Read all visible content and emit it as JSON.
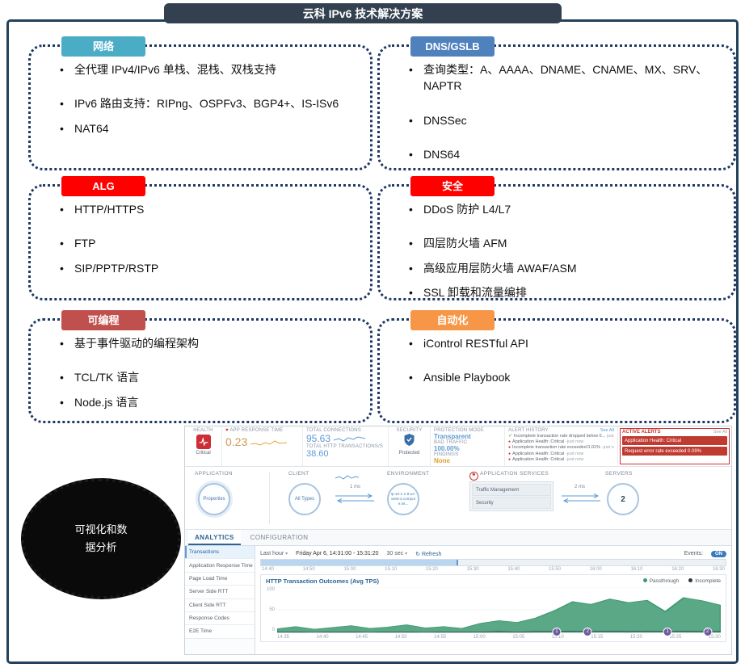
{
  "title": "云科 IPv6 技术解决方案",
  "visualization_label": "可视化和数据分析",
  "colors": {
    "critical_red": "#cc2d37",
    "alert_red": "#bf3a30",
    "security_blue": "#3a6ea8",
    "accent_blue": "#5b9bd5",
    "warning_orange": "#e0a030",
    "events_on": "#3a7bbf"
  },
  "boxes": [
    {
      "label": "网络",
      "color": "#4bacc6",
      "items": [
        "全代理 IPv4/IPv6 单栈、混栈、双栈支持",
        "IPv6 路由支持：RIPng、OSPFv3、BGP4+、IS-ISv6",
        "NAT64"
      ]
    },
    {
      "label": "DNS/GSLB",
      "color": "#4f81bd",
      "items": [
        "查询类型：A、AAAA、DNAME、CNAME、MX、SRV、NAPTR",
        "DNSSec",
        "DNS64"
      ]
    },
    {
      "label": "ALG",
      "color": "#ff0000",
      "items": [
        "HTTP/HTTPS",
        "FTP",
        "SIP/PPTP/RSTP"
      ]
    },
    {
      "label": "安全",
      "color": "#ff0000",
      "items": [
        "DDoS 防护 L4/L7",
        "四层防火墙 AFM",
        "高级应用层防火墙 AWAF/ASM",
        "SSL 卸载和流量编排"
      ]
    },
    {
      "label": "可编程",
      "color": "#c0504d",
      "items": [
        "基于事件驱动的编程架构",
        "TCL/TK 语言",
        "Node.js 语言"
      ]
    },
    {
      "label": "自动化",
      "color": "#f79646",
      "items": [
        "iControl RESTful API",
        "Ansible Playbook"
      ]
    }
  ],
  "dashboard": {
    "metrics": {
      "health_label": "HEALTH",
      "health_status": "Critical",
      "art_label": "APP RESPONSE TIME",
      "art_value": "0.23",
      "tc_label": "TOTAL CONNECTIONS",
      "tc_value": "95.63",
      "tht_label": "TOTAL HTTP TRANSACTIONS/S",
      "tht_value": "38.60",
      "security_label": "SECURITY",
      "security_status": "Protected",
      "pm_label": "PROTECTION MODE",
      "pm_value": "Transparent",
      "bt_label": "BAD TRAFFIC",
      "bt_value": "100.00%",
      "findings_label": "FINDINGS",
      "findings_value": "None"
    },
    "alert_history": {
      "title": "ALERT HISTORY",
      "see_all": "See All",
      "items": [
        {
          "text": "Incomplete transaction rate dropped below 0...",
          "time": "just now"
        },
        {
          "text": "Application Health: Critical",
          "time": "-just now"
        },
        {
          "text": "Incomplete transaction rate exceeded 0.01%",
          "time": "-just now"
        },
        {
          "text": "Application Health: Critical",
          "time": "-just now"
        },
        {
          "text": "Application Health: Critical",
          "time": "-just now"
        }
      ]
    },
    "active_alerts": {
      "title": "ACTIVE ALERTS",
      "see_all": "See All",
      "items": [
        "Application Health: Critical",
        "Request error rate exceeded 0.09%"
      ]
    },
    "topology": {
      "application_label": "APPLICATION",
      "application_node": "Properties",
      "client_label": "CLIENT",
      "client_node": "All Types",
      "client_latency": "1 ms",
      "environment_label": "ENVIRONMENT",
      "environment_node": "ip-10-1-1-8-us-west-2.compute.int...",
      "services_label": "APPLICATION SERVICES",
      "services_items": [
        "Traffic Management",
        "Security"
      ],
      "server_latency": "2 ms",
      "servers_label": "SERVERS",
      "servers_node": "2"
    },
    "tabs": {
      "analytics": "ANALYTICS",
      "configuration": "CONFIGURATION"
    },
    "sidebar": [
      "Transactions",
      "Application Response Time",
      "Page Load Time",
      "Server Side RTT",
      "Client Side RTT",
      "Response Codes",
      "E2E Time"
    ],
    "controls": {
      "range": "Last hour",
      "date_range": "Friday Apr 6, 14:31:00 - 15:31:20",
      "interval": "30 sec",
      "refresh": "Refresh",
      "events_label": "Events:",
      "events_state": "ON"
    },
    "timeline_ticks": [
      "14:40",
      "14:50",
      "15:00",
      "15:10",
      "15:20",
      "15:30",
      "15:40",
      "15:50",
      "16:00",
      "16:10",
      "16:20",
      "16:30"
    ]
  },
  "chart_data": {
    "type": "area",
    "title": "HTTP Transaction Outcomes (Avg TPS)",
    "xlabel": "",
    "ylabel": "Avg TPS",
    "ylim": [
      0,
      100
    ],
    "y_ticks": [
      100,
      50,
      0
    ],
    "x_ticks": [
      "14:35",
      "14:40",
      "14:45",
      "14:50",
      "14:55",
      "15:00",
      "15:05",
      "15:10",
      "15:15",
      "15:20",
      "15:25",
      "15:30"
    ],
    "legend": [
      {
        "name": "Passthrough",
        "color": "#3d9970"
      },
      {
        "name": "Incomplete",
        "color": "#30383f"
      }
    ],
    "series": [
      {
        "name": "Passthrough",
        "color": "#3d9970",
        "values": [
          8,
          13,
          7,
          11,
          15,
          9,
          12,
          17,
          10,
          13,
          9,
          20,
          26,
          22,
          32,
          48,
          68,
          62,
          74,
          66,
          71,
          46,
          77,
          70,
          60
        ]
      },
      {
        "name": "Incomplete",
        "color": "#30383f",
        "values": [
          1,
          1,
          0,
          1,
          1,
          0,
          1,
          1,
          0,
          1,
          1,
          1,
          2,
          1,
          2,
          2,
          3,
          2,
          3,
          2,
          3,
          2,
          3,
          2,
          2
        ]
      }
    ],
    "event_markers": [
      {
        "x_frac": 0.63,
        "count": "1"
      },
      {
        "x_frac": 0.7,
        "count": "2"
      },
      {
        "x_frac": 0.88,
        "count": "1"
      },
      {
        "x_frac": 0.97,
        "count": "2"
      }
    ]
  }
}
